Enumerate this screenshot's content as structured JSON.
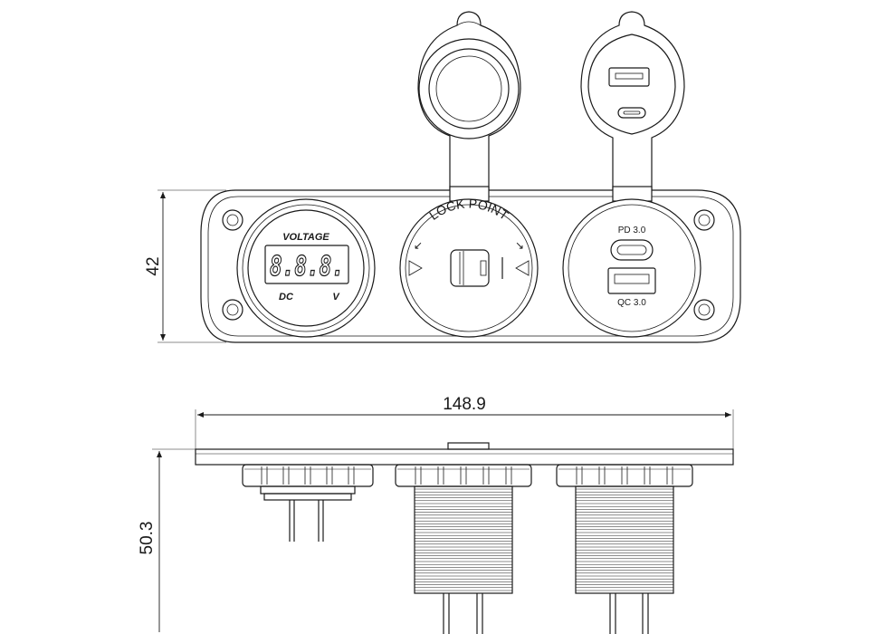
{
  "dimensions": {
    "height_top": "42",
    "width": "148.9",
    "height_side": "50.3"
  },
  "voltmeter": {
    "title": "VOLTAGE",
    "readout": "8.8.8.",
    "label_left": "DC",
    "label_right": "V"
  },
  "socket": {
    "lock_text": "LOCK POINT",
    "arrow_left": "↙",
    "arrow_right": "↘"
  },
  "usb": {
    "pd_label": "PD 3.0",
    "qc_label": "QC 3.0"
  }
}
